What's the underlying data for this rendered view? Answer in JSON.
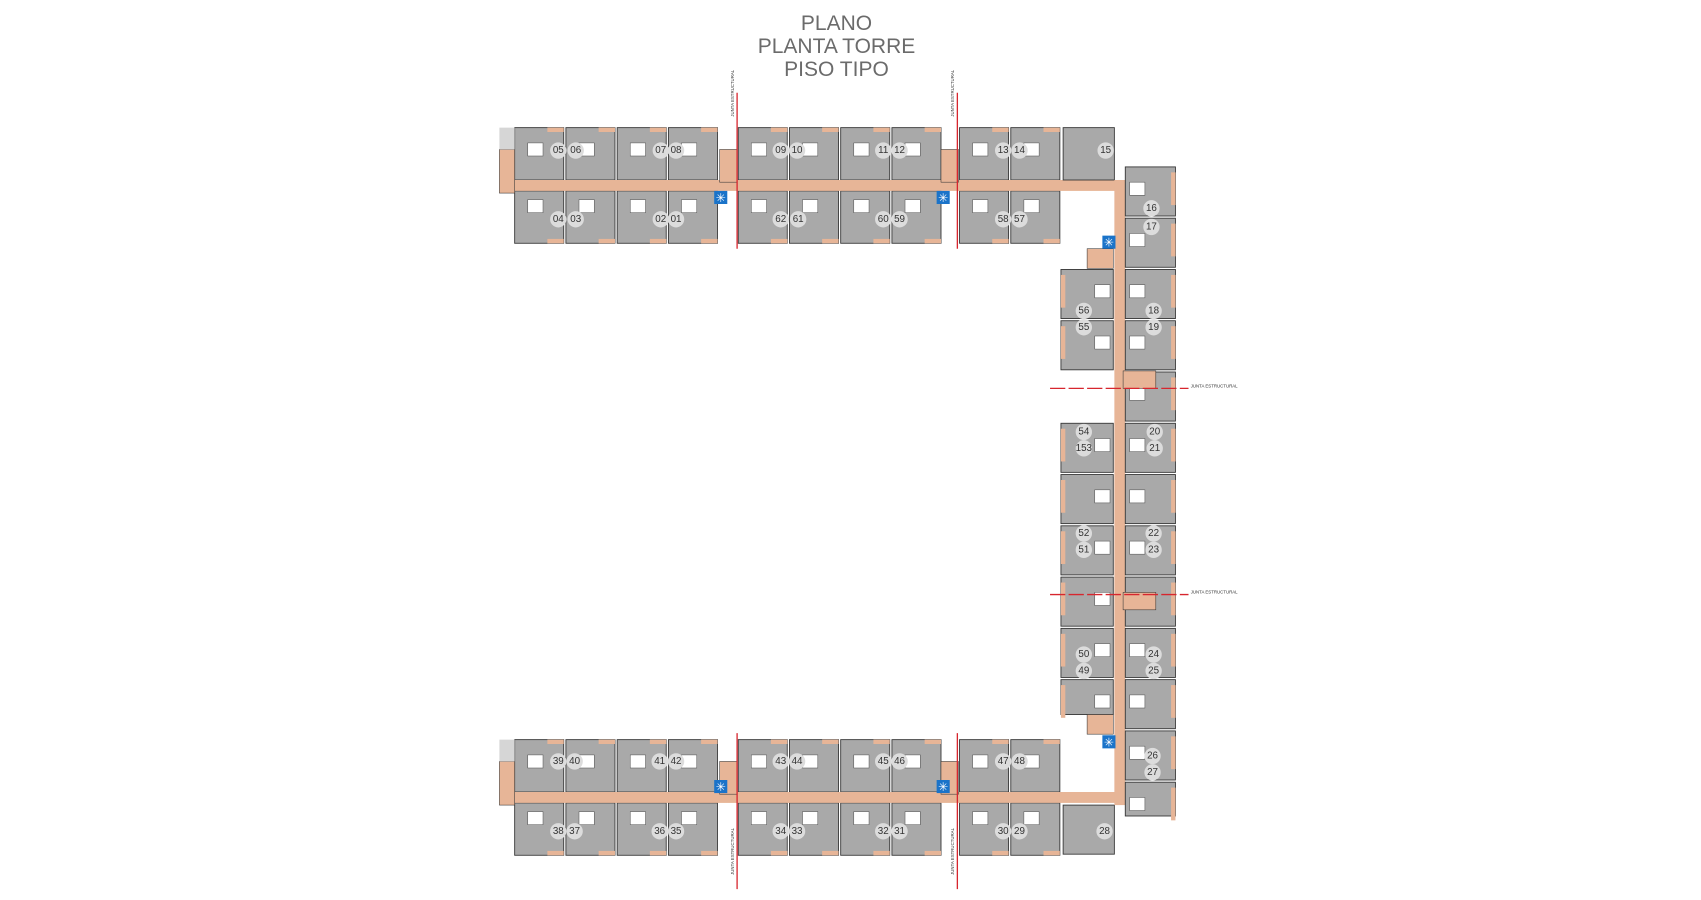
{
  "title": {
    "line1": "PLANO",
    "line2": "PLANTA TORRE",
    "line3": "PISO TIPO"
  },
  "joint_label": "JUNTA ESTRUCTURAL",
  "colors": {
    "unit": "#a9a9a9",
    "corridor": "#e7b597",
    "joint": "#d7262e",
    "stair": "#1a73c9",
    "label_bg": "#dcdcdc",
    "title": "#6b6b6b"
  },
  "units": {
    "top_wing_upper": [
      "05",
      "06",
      "07",
      "08",
      "09",
      "10",
      "11",
      "12",
      "13",
      "14",
      "15"
    ],
    "top_wing_lower": [
      "04",
      "03",
      "02",
      "01",
      "62",
      "61",
      "60",
      "59",
      "58",
      "57"
    ],
    "bottom_wing_upper": [
      "39",
      "40",
      "41",
      "42",
      "43",
      "44",
      "45",
      "46",
      "47",
      "48"
    ],
    "bottom_wing_lower": [
      "38",
      "37",
      "36",
      "35",
      "34",
      "33",
      "32",
      "31",
      "30",
      "29",
      "28"
    ],
    "east_wing_outer": [
      "16",
      "17",
      "18",
      "19",
      "20",
      "21",
      "22",
      "23",
      "24",
      "25",
      "26",
      "27"
    ],
    "east_wing_inner": [
      "56",
      "55",
      "54",
      "153",
      "52",
      "51",
      "50",
      "49"
    ]
  },
  "icons": {
    "stair": "snowflake-stair-icon"
  }
}
